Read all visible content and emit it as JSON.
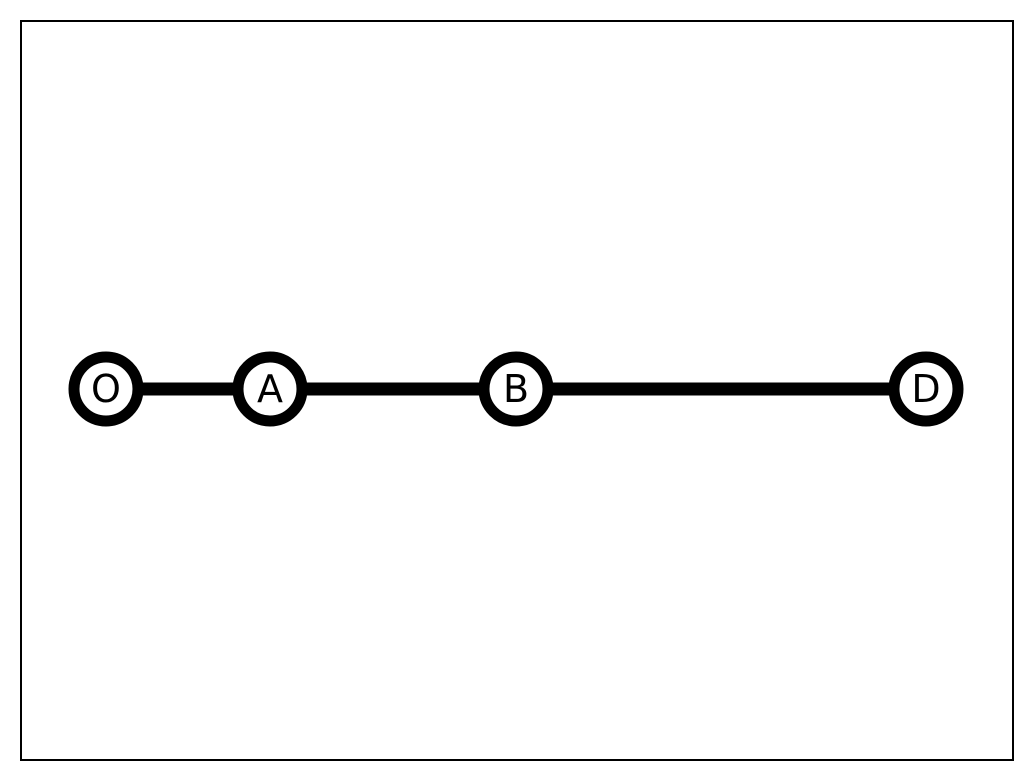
{
  "diagram": {
    "nodes": [
      {
        "id": "O",
        "label": "O"
      },
      {
        "id": "A",
        "label": "A"
      },
      {
        "id": "B",
        "label": "B"
      },
      {
        "id": "D",
        "label": "D"
      }
    ],
    "edges": [
      {
        "from": "O",
        "to": "A"
      },
      {
        "from": "A",
        "to": "B"
      },
      {
        "from": "B",
        "to": "D"
      }
    ],
    "colors": {
      "stroke": "#000000",
      "fill": "#ffffff",
      "background": "#ffffff"
    }
  }
}
